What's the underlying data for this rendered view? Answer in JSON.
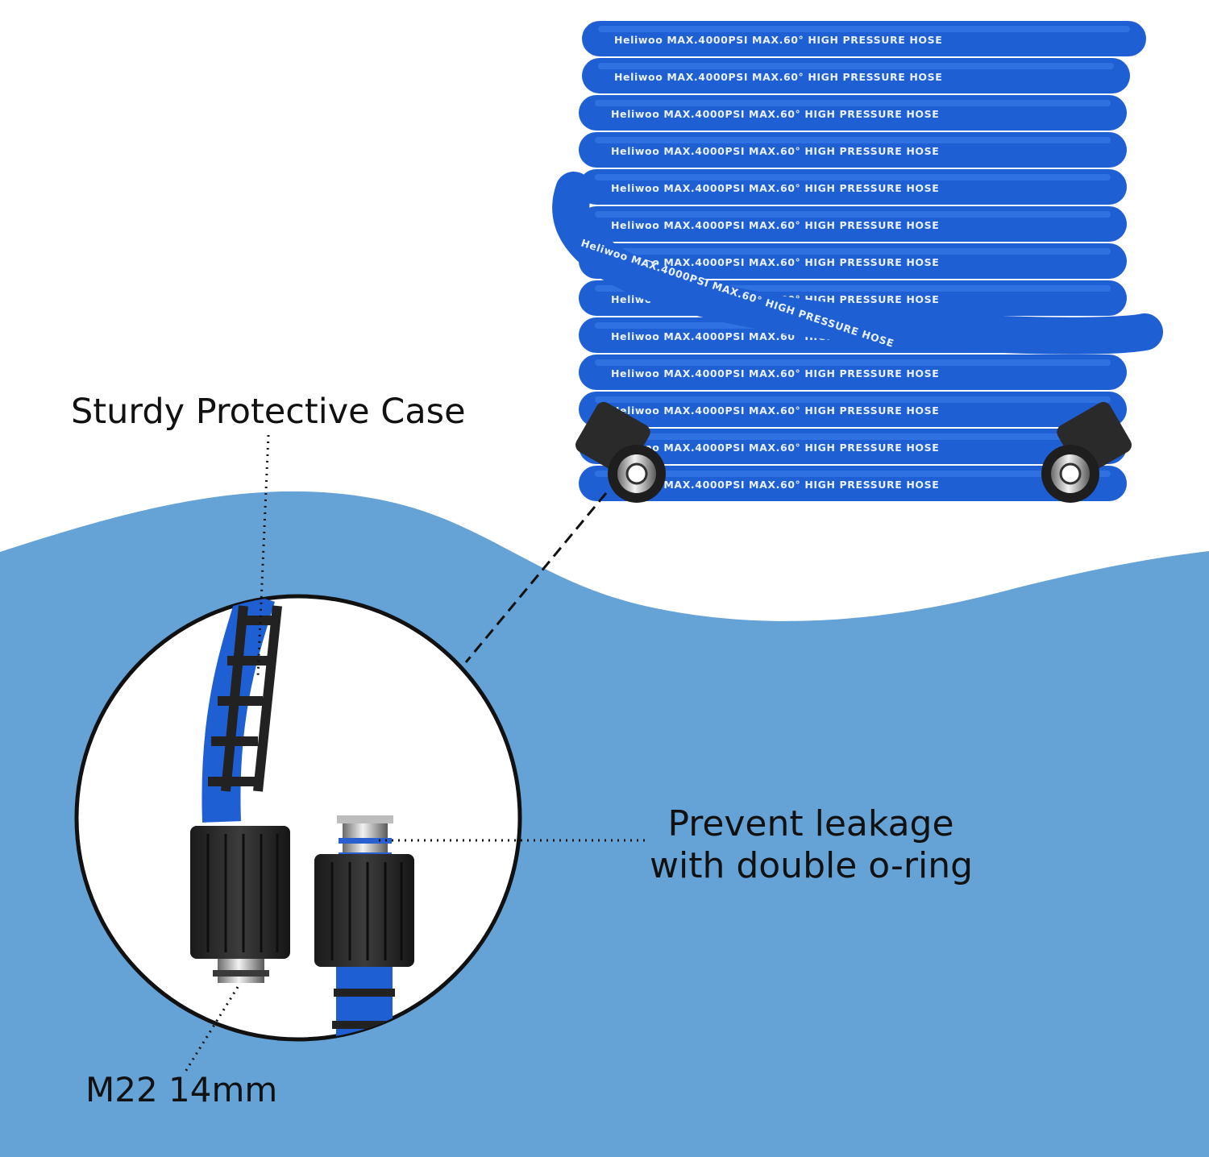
{
  "colors": {
    "background": "#ffffff",
    "wave_blue": "#65a3d6",
    "hose_blue": "#1f5fd4",
    "hose_highlight": "#3d7fe9",
    "fitting_black": "#2a2a2a",
    "callout_text": "#111111"
  },
  "hose_print": {
    "brand": "Heliwoo",
    "spec": "MAX.4000PSI  MAX.60°  HIGH  PRESSURE  HOSE"
  },
  "callouts": {
    "case": "Sturdy Protective Case",
    "oring_line1": "Prevent leakage",
    "oring_line2": "with double o-ring",
    "thread": "M22 14mm"
  },
  "icons": {
    "hose_coil": "hose-coil-illustration",
    "fitting": "threaded-fitting-icon",
    "zoom": "zoom-circle"
  }
}
